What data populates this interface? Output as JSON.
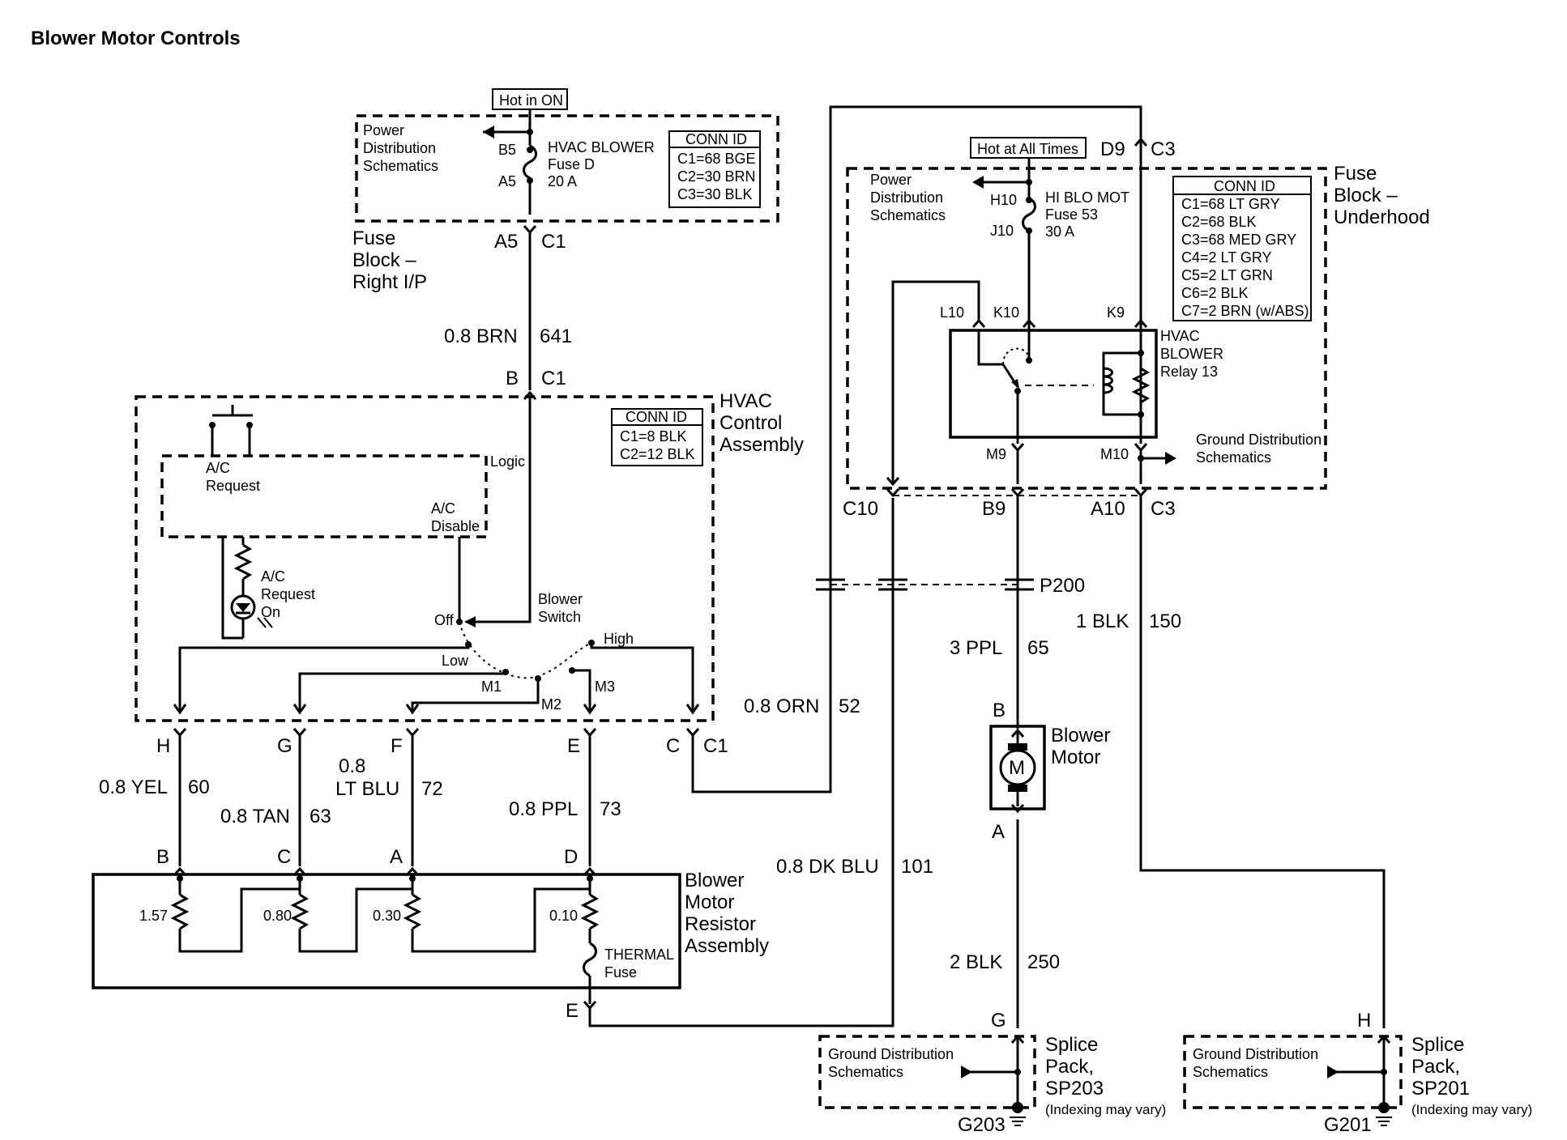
{
  "title": "Blower Motor Controls",
  "labels": {
    "hot_in_on": "Hot in ON",
    "hot_at_all_times": "Hot at All Times",
    "pds_l1": "Power",
    "pds_l2": "Distribution",
    "pds_l3": "Schematics",
    "fuse_d_l1": "HVAC BLOWER",
    "fuse_d_l2": "Fuse D",
    "fuse_d_l3": "20 A",
    "fuse_53_l1": "HI BLO MOT",
    "fuse_53_l2": "Fuse 53",
    "fuse_53_l3": "30 A",
    "conn_id": "CONN ID",
    "right_ip_conn": [
      "C1=68 BGE",
      "C2=30 BRN",
      "C3=30 BLK"
    ],
    "underhood_conn": [
      "C1=68 LT GRY",
      "C2=68 BLK",
      "C3=68 MED GRY",
      "C4=2 LT GRY",
      "C5=2 LT GRN",
      "C6=2 BLK",
      "C7=2 BRN (w/ABS)"
    ],
    "hvac_conn": [
      "C1=8 BLK",
      "C2=12 BLK"
    ],
    "fuse_block_rip_l1": "Fuse",
    "fuse_block_rip_l2": "Block –",
    "fuse_block_rip_l3": "Right I/P",
    "fuse_block_uh_l1": "Fuse",
    "fuse_block_uh_l2": "Block –",
    "fuse_block_uh_l3": "Underhood",
    "hvac_ctrl_l1": "HVAC",
    "hvac_ctrl_l2": "Control",
    "hvac_ctrl_l3": "Assembly",
    "relay_l1": "HVAC",
    "relay_l2": "BLOWER",
    "relay_l3": "Relay 13",
    "gds_l1": "Ground Distribution",
    "gds_l2": "Schematics",
    "logic": "Logic",
    "ac_request_l1": "A/C",
    "ac_request_l2": "Request",
    "ac_disable_l1": "A/C",
    "ac_disable_l2": "Disable",
    "ac_req_on_l1": "A/C",
    "ac_req_on_l2": "Request",
    "ac_req_on_l3": "On",
    "blower_switch_l1": "Blower",
    "blower_switch_l2": "Switch",
    "off": "Off",
    "low": "Low",
    "high": "High",
    "m1": "M1",
    "m2": "M2",
    "m3": "M3",
    "blower_motor_l1": "Blower",
    "blower_motor_l2": "Motor",
    "motor_m": "M",
    "resistor_l1": "Blower",
    "resistor_l2": "Motor",
    "resistor_l3": "Resistor",
    "resistor_l4": "Assembly",
    "r157": "1.57",
    "r080": "0.80",
    "r030": "0.30",
    "r010": "0.10",
    "thermal_l1": "THERMAL",
    "thermal_l2": "Fuse",
    "splice_l1": "Splice",
    "splice_l2": "Pack,",
    "sp203": "SP203",
    "sp201": "SP201",
    "indexing": "(Indexing may vary)",
    "g203": "G203",
    "g201": "G201",
    "p200": "P200"
  },
  "pins": {
    "B5": "B5",
    "A5": "A5",
    "C1": "C1",
    "B": "B",
    "H10": "H10",
    "J10": "J10",
    "D9": "D9",
    "C3": "C3",
    "L10": "L10",
    "K10": "K10",
    "K9": "K9",
    "M9": "M9",
    "M10": "M10",
    "C10": "C10",
    "B9": "B9",
    "A10": "A10",
    "H": "H",
    "G": "G",
    "F": "F",
    "E": "E",
    "C": "C",
    "D": "D",
    "A": "A"
  },
  "wires": {
    "w641_color": "0.8 BRN",
    "w641_num": "641",
    "w52_color": "0.8 ORN",
    "w52_num": "52",
    "w101_color": "0.8 DK BLU",
    "w101_num": "101",
    "w65_color": "3 PPL",
    "w65_num": "65",
    "w150_color": "1 BLK",
    "w150_num": "150",
    "w250_color": "2 BLK",
    "w250_num": "250",
    "w60_color": "0.8 YEL",
    "w60_num": "60",
    "w63_color": "0.8 TAN",
    "w63_num": "63",
    "w72_color_l1": "0.8",
    "w72_color_l2": "LT BLU",
    "w72_num": "72",
    "w73_color": "0.8 PPL",
    "w73_num": "73"
  }
}
